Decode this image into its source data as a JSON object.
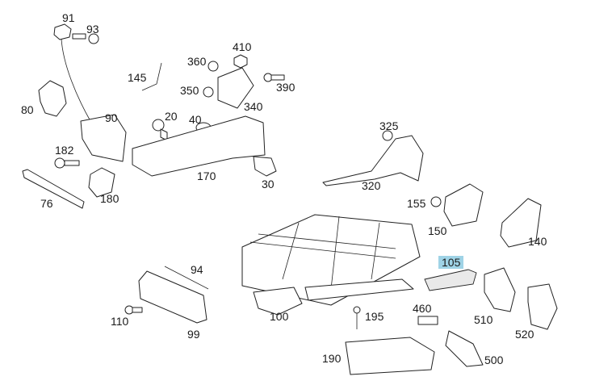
{
  "diagram": {
    "highlighted_part": "105",
    "accent_color": "#9fd3e6",
    "parts": [
      {
        "id": "91"
      },
      {
        "id": "93"
      },
      {
        "id": "410"
      },
      {
        "id": "145"
      },
      {
        "id": "360"
      },
      {
        "id": "350"
      },
      {
        "id": "390"
      },
      {
        "id": "340"
      },
      {
        "id": "80"
      },
      {
        "id": "90"
      },
      {
        "id": "20"
      },
      {
        "id": "40"
      },
      {
        "id": "182"
      },
      {
        "id": "170"
      },
      {
        "id": "30"
      },
      {
        "id": "325"
      },
      {
        "id": "320"
      },
      {
        "id": "76"
      },
      {
        "id": "180"
      },
      {
        "id": "155"
      },
      {
        "id": "150"
      },
      {
        "id": "140"
      },
      {
        "id": "105"
      },
      {
        "id": "94"
      },
      {
        "id": "110"
      },
      {
        "id": "100"
      },
      {
        "id": "99"
      },
      {
        "id": "195"
      },
      {
        "id": "460"
      },
      {
        "id": "510"
      },
      {
        "id": "520"
      },
      {
        "id": "190"
      },
      {
        "id": "500"
      }
    ]
  }
}
